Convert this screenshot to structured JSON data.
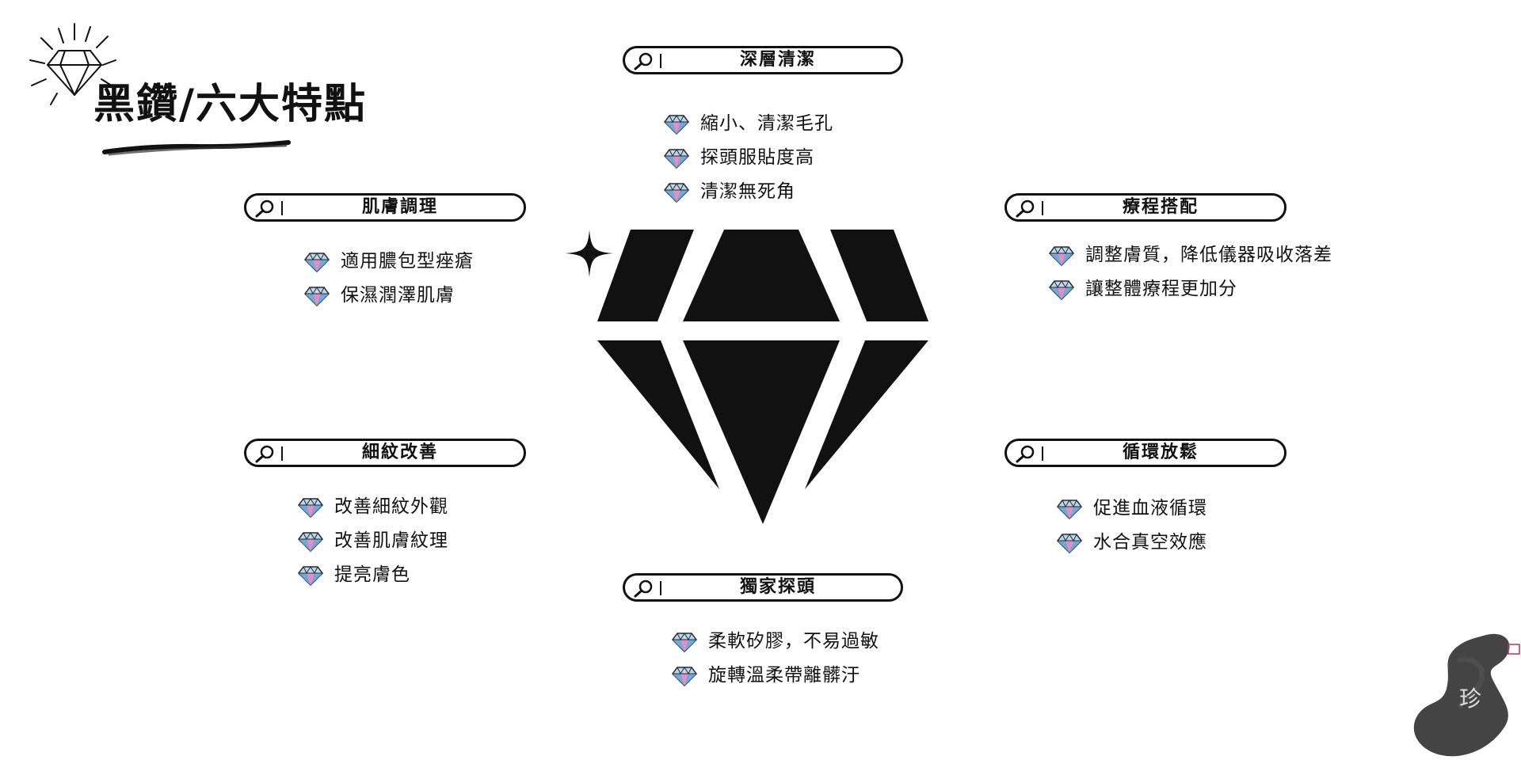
{
  "title": "黑鑽/六大特點",
  "sections": [
    {
      "id": "deep-clean",
      "title": "深層清潔",
      "items": [
        "縮小、清潔毛孔",
        "探頭服貼度高",
        "清潔無死角"
      ]
    },
    {
      "id": "skin-care",
      "title": "肌膚調理",
      "items": [
        "適用膿包型痤瘡",
        "保濕潤澤肌膚"
      ]
    },
    {
      "id": "course-match",
      "title": "療程搭配",
      "items": [
        "調整膚質，降低儀器吸收落差",
        "讓整體療程更加分"
      ]
    },
    {
      "id": "fine-lines",
      "title": "細紋改善",
      "items": [
        "改善細紋外觀",
        "改善肌膚紋理",
        "提亮膚色"
      ]
    },
    {
      "id": "circulation",
      "title": "循環放鬆",
      "items": [
        "促進血液循環",
        "水合真空效應"
      ]
    },
    {
      "id": "probe",
      "title": "獨家探頭",
      "items": [
        "柔軟矽膠，不易過敏",
        "旋轉溫柔帶離髒汙"
      ]
    }
  ],
  "seal_text": "珍",
  "colors": {
    "ink": "#111111",
    "gem_light": "#b9d8f2",
    "gem_mid": "#6fa8dc",
    "gem_accent": "#e58ec1"
  },
  "icons": {
    "header": "magnifier-icon",
    "bullet": "diamond-bullet-icon",
    "title": "diamond-sketch-icon"
  }
}
